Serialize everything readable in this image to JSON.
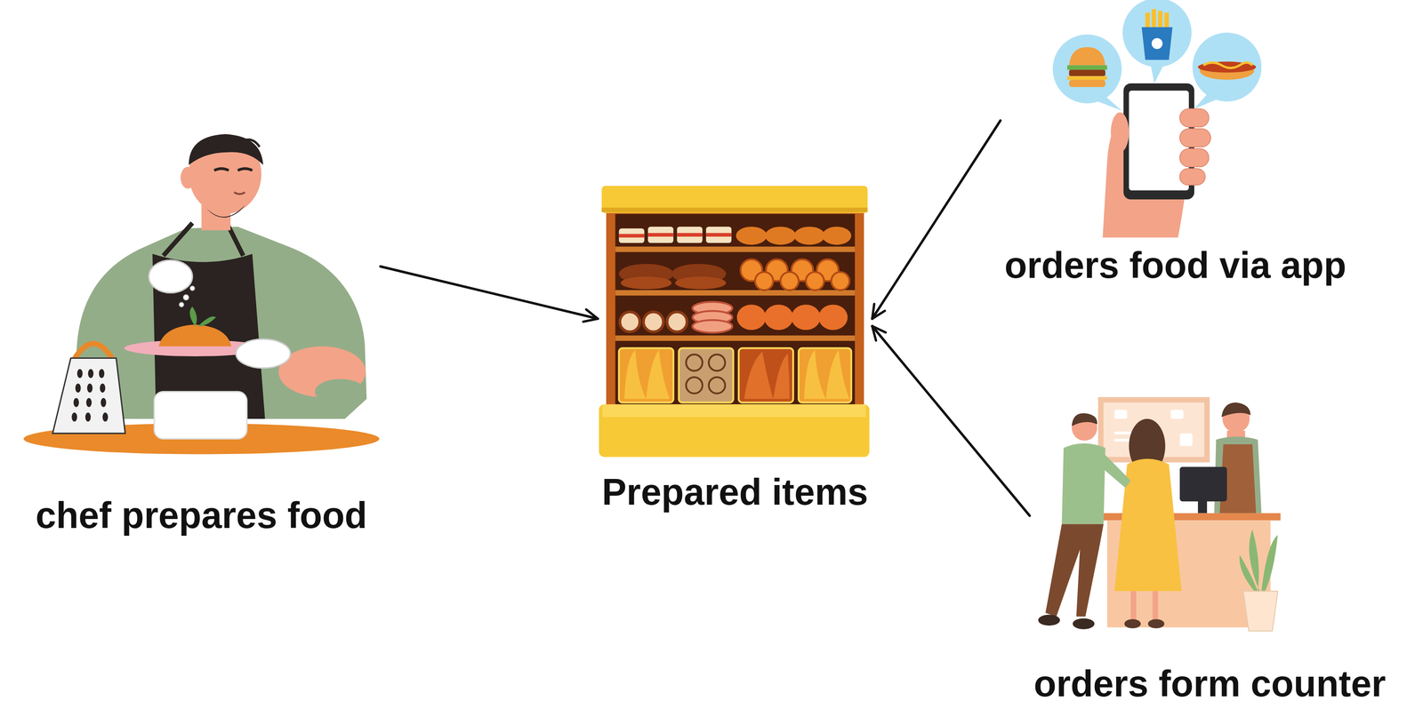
{
  "diagram": {
    "nodes": [
      {
        "text": [
          "chef prepares food"
        ]
      },
      {
        "text": [
          "Prepared items"
        ]
      },
      {
        "text": [
          "orders food via app"
        ]
      },
      {
        "text": [
          "orders form counter"
        ]
      }
    ],
    "edges": [
      {
        "from": 0,
        "to": 1,
        "arrow": "to"
      },
      {
        "from": 2,
        "to": 1,
        "arrow": "to"
      },
      {
        "from": 3,
        "to": 1,
        "arrow": "to"
      }
    ]
  }
}
